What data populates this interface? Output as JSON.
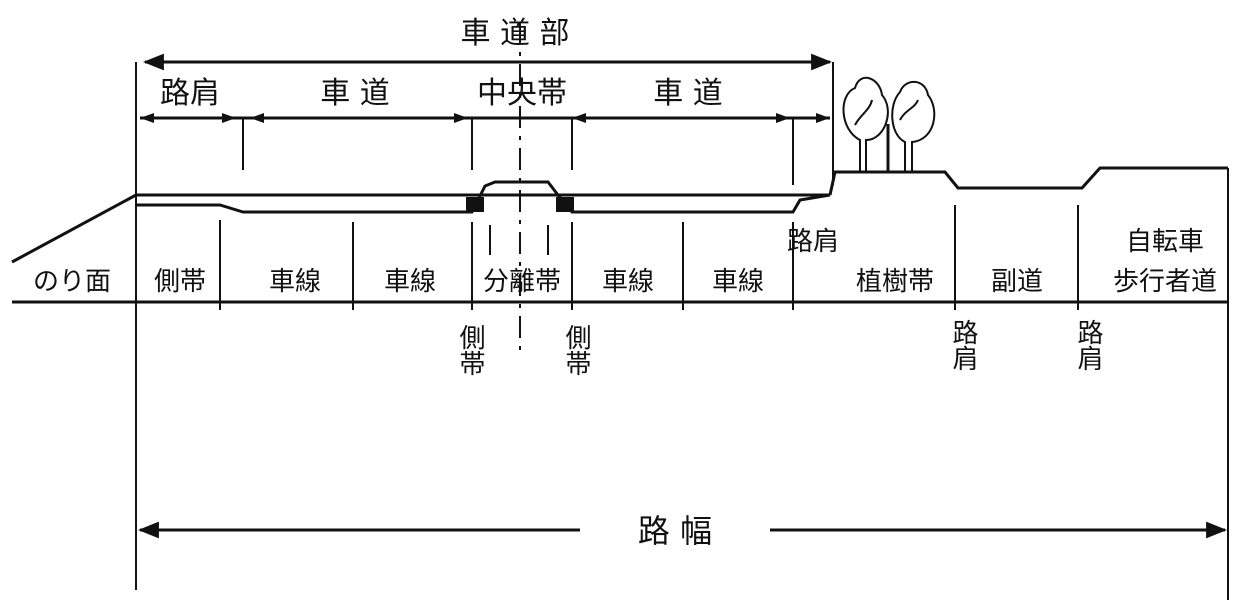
{
  "labels": {
    "roadway_part": "車 道 部",
    "shoulder": "路肩",
    "carriageway": "車 道",
    "median": "中央帯",
    "slope": "のり面",
    "marginal_strip": "側帯",
    "lane": "車線",
    "separator": "分離帯",
    "shoulder_v": "路肩",
    "planting_strip": "植樹帯",
    "frontage_road": "副道",
    "bike_ped_1": "自転車",
    "bike_ped_2": "歩行者道",
    "marginal_v": "側帯",
    "road_width": "路 幅"
  }
}
